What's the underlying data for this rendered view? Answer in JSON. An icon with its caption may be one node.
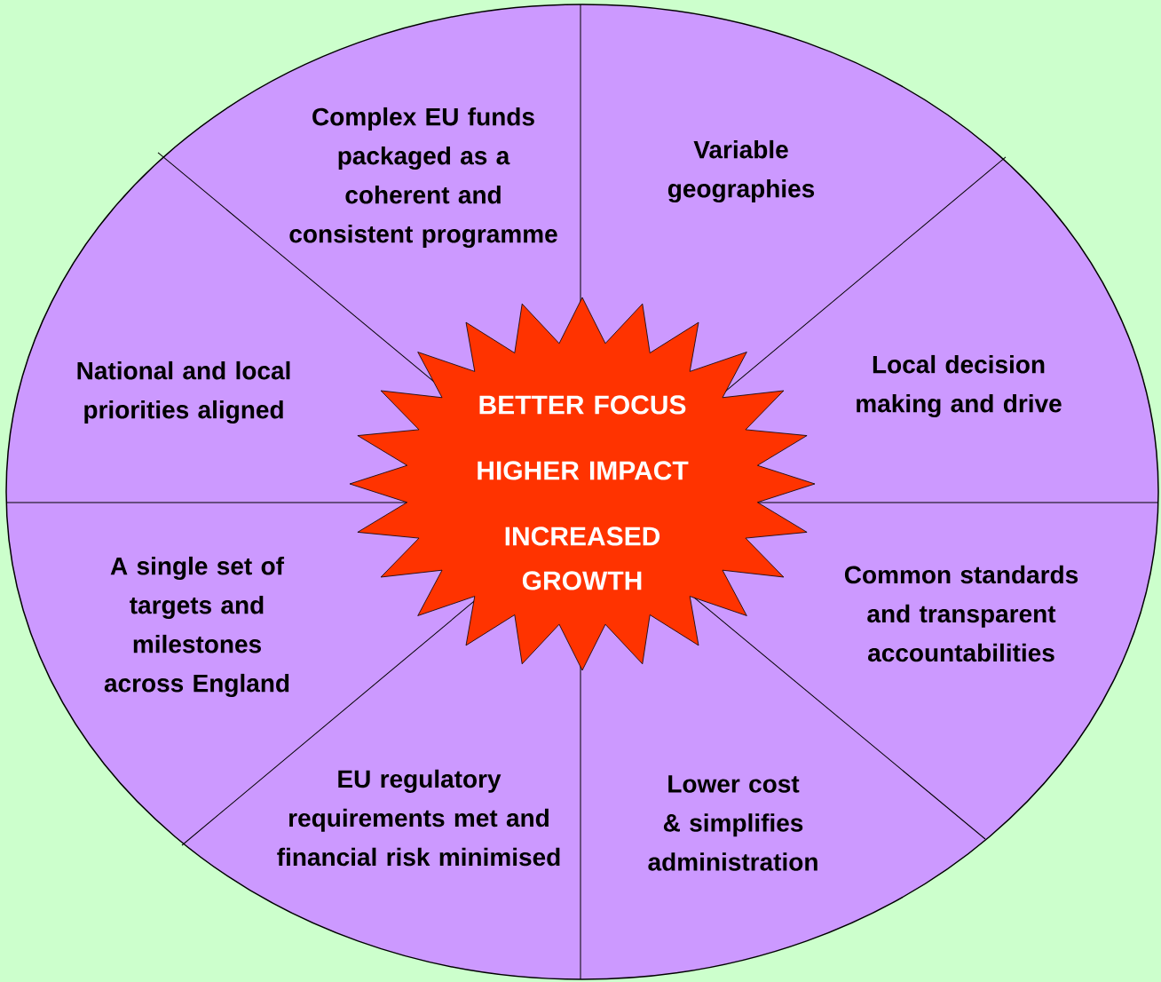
{
  "diagram": {
    "nodes": [
      {
        "text": [
          "Complex EU funds packaged as a coherent and consistent programme"
        ]
      },
      {
        "text": [
          "Variable geographies"
        ]
      },
      {
        "text": [
          "National and local priorities aligned"
        ]
      },
      {
        "text": [
          "Local decision making and drive"
        ]
      },
      {
        "text": [
          "A single set of targets and milestones across England"
        ]
      },
      {
        "text": [
          "Common standards and transparent accountabilities"
        ]
      },
      {
        "text": [
          "EU regulatory requirements met and financial risk minimised"
        ]
      },
      {
        "text": [
          "Lower cost & simplifies administration"
        ]
      },
      {
        "text": [
          "BETTER FOCUS",
          "HIGHER IMPACT",
          "INCREASED GROWTH"
        ]
      }
    ]
  }
}
